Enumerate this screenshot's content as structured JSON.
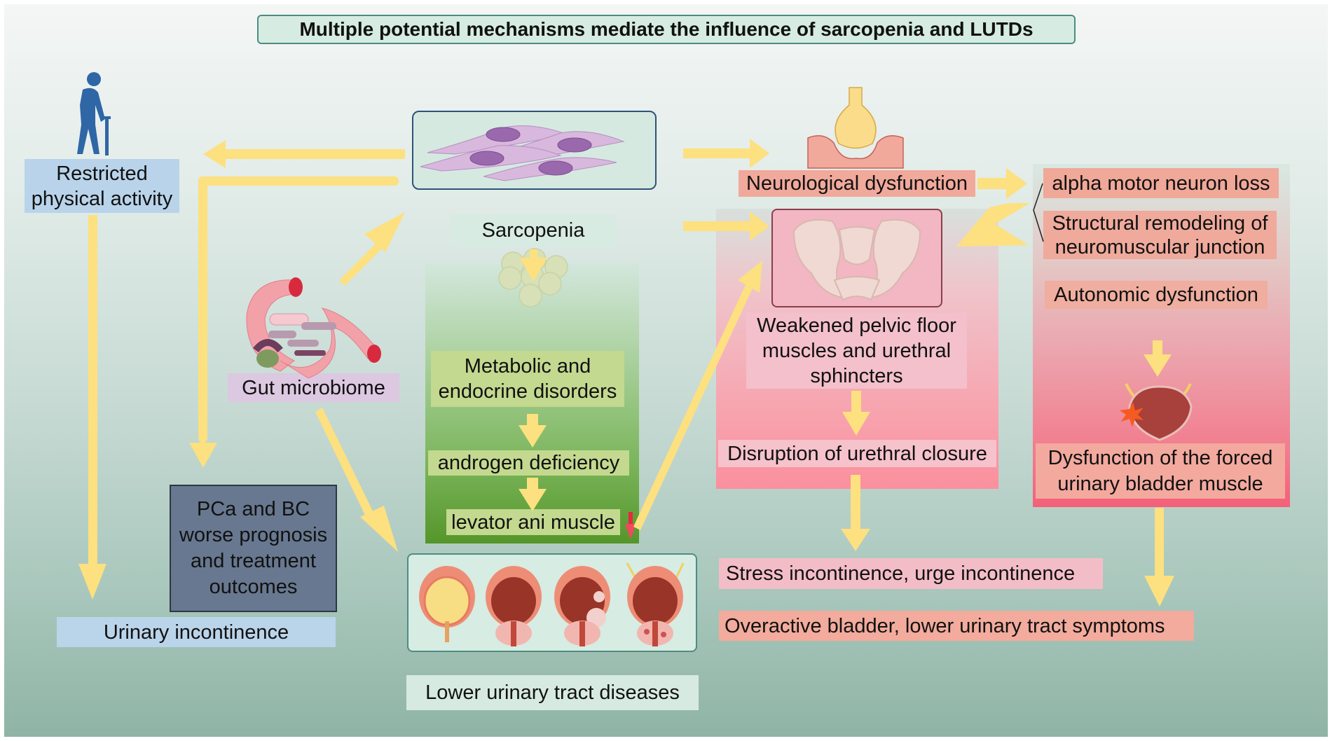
{
  "title": "Multiple potential mechanisms mediate the influence of sarcopenia and LUTDs",
  "colors": {
    "arrow": "#fde07f",
    "title_bg": "#d6ece2",
    "blue_label": "#b9d4ea",
    "green_label": "#c3d98f",
    "pink_label": "#f3c0cb",
    "salmon_label": "#f0a898",
    "purple_label": "#dcc8e0",
    "dark_box": "#687890",
    "decrease_marker": "#e8283c"
  },
  "nodes": {
    "restricted": "Restricted physical activity",
    "sarcopenia": "Sarcopenia",
    "metabolic": "Metabolic and endocrine disorders",
    "androgen": "androgen deficiency",
    "levator": "levator ani muscle",
    "gut": "Gut microbiome",
    "pca": "PCa and BC worse prognosis and treatment outcomes",
    "urinary_incontinence": "Urinary incontinence",
    "lutd": "Lower urinary tract diseases",
    "neuro": "Neurological dysfunction",
    "weakened": "Weakened pelvic floor muscles and urethral sphincters",
    "disruption": "Disruption of urethral closure",
    "alpha": "alpha motor neuron loss",
    "structural": "Structural remodeling of neuromuscular junction",
    "autonomic": "Autonomic dysfunction",
    "dysfunction": "Dysfunction of the forced urinary bladder muscle",
    "stress": "Stress incontinence, urge incontinence",
    "overactive": "Overactive bladder, lower urinary tract symptoms"
  },
  "icons": {
    "person": "elderly-person-with-cane-icon",
    "cells": "muscle-cells-icon",
    "fat": "fat-cells-icon",
    "gut": "intestine-microbiome-icon",
    "bladders": "bladder-disease-series-icon",
    "synapse": "neuromuscular-synapse-icon",
    "pelvis": "pelvis-bone-icon",
    "damaged_bladder": "damaged-bladder-icon",
    "decrease": "red-down-arrow-icon"
  },
  "edges": [
    {
      "from": "sarcopenia",
      "to": "restricted"
    },
    {
      "from": "sarcopenia",
      "to": "pca"
    },
    {
      "from": "restricted",
      "to": "urinary_incontinence"
    },
    {
      "from": "gut",
      "to": "sarcopenia"
    },
    {
      "from": "gut",
      "to": "lutd"
    },
    {
      "from": "sarcopenia",
      "to": "metabolic"
    },
    {
      "from": "metabolic",
      "to": "androgen"
    },
    {
      "from": "androgen",
      "to": "levator"
    },
    {
      "from": "levator",
      "to": "weakened"
    },
    {
      "from": "sarcopenia",
      "to": "neuro"
    },
    {
      "from": "sarcopenia",
      "to": "weakened"
    },
    {
      "from": "neuro",
      "to": "alpha"
    },
    {
      "from": "structural",
      "to": "weakened"
    },
    {
      "from": "weakened",
      "to": "disruption"
    },
    {
      "from": "disruption",
      "to": "stress"
    },
    {
      "from": "autonomic",
      "to": "dysfunction"
    },
    {
      "from": "dysfunction",
      "to": "overactive"
    }
  ]
}
